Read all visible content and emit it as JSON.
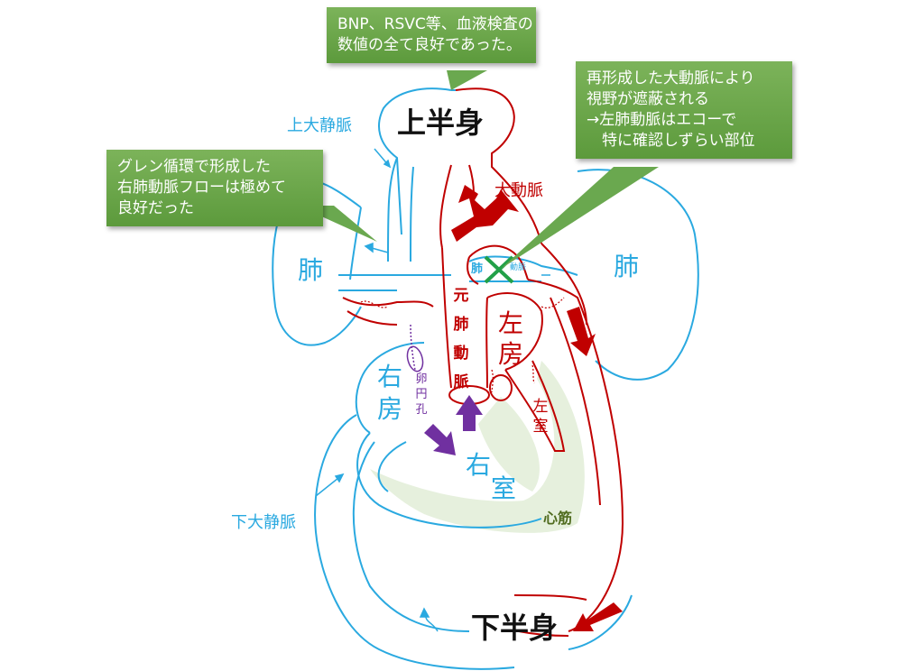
{
  "labels": {
    "upper_body": "上半身",
    "lower_body": "下半身",
    "svc": "上大静脈",
    "ivc": "下大静脈",
    "lung_left": "肺",
    "lung_right": "肺",
    "aorta": "大動脈",
    "pulm_artery_small": "肺",
    "pulm_artery_tiny": "動脈",
    "main_pa": "元肺動脈",
    "left_atrium": "左房",
    "left_ventricle": "左室",
    "right_atrium": "右房",
    "right_ventricle_1": "右",
    "right_ventricle_2": "室",
    "foramen_ovale": "卵円孔",
    "myocardium": "心筋"
  },
  "callouts": {
    "blood": [
      "BNP、RSVC等、血液検査の",
      "数値の全て良好であった。"
    ],
    "glenn": [
      "グレン循環で形成した",
      "右肺動脈フローは極めて",
      "良好だった"
    ],
    "aorta_view": [
      "再形成した大動脈により",
      "視野が遮蔽される",
      "→左肺動脈はエコーで",
      "　特に確認しずらい部位"
    ]
  },
  "colors": {
    "venous": "#2aa9e0",
    "arterial": "#c00000",
    "purple": "#7030a0",
    "callout": "#6aa84f",
    "myocardium": "#e6f0dd",
    "cross": "#22a048"
  }
}
